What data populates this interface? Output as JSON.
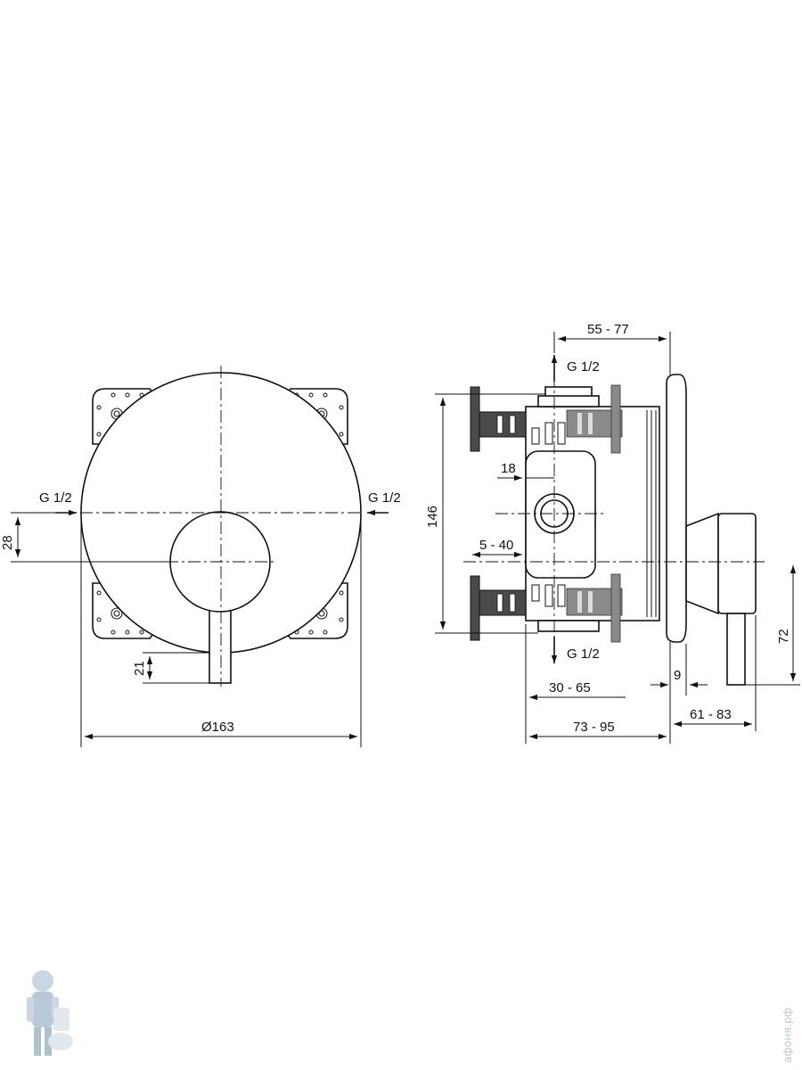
{
  "front_view": {
    "inlet_left": "G 1/2",
    "inlet_right": "G 1/2",
    "dim_offset": "28",
    "dim_lever": "21",
    "dim_diameter": "Ø163"
  },
  "side_view": {
    "dim_top": "55 - 77",
    "outlet_top": "G 1/2",
    "outlet_bottom": "G 1/2",
    "dim_height": "146",
    "dim_18": "18",
    "dim_range_5_40": "5 - 40",
    "dim_30_65": "30 - 65",
    "dim_73_95": "73 - 95",
    "dim_9": "9",
    "dim_61_83": "61 - 83",
    "dim_72": "72"
  },
  "watermark": {
    "site_text": "афоня.рф",
    "logo": "plumber-mascot-logo"
  }
}
